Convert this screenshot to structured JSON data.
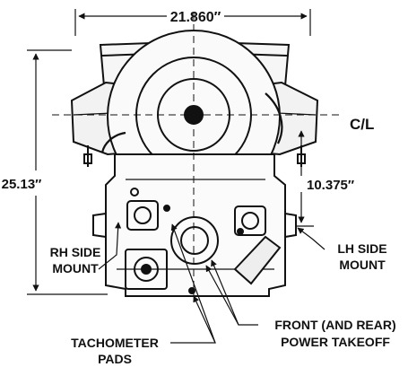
{
  "dimensions": {
    "overall_width": "21.860″",
    "overall_height": "25.13″",
    "centerline_to_mount": "10.375″"
  },
  "labels": {
    "centerline": "C/L",
    "rh_side_mount_line1": "RH SIDE",
    "rh_side_mount_line2": "MOUNT",
    "lh_side_mount_line1": "LH SIDE",
    "lh_side_mount_line2": "MOUNT",
    "front_rear_pto_line1": "FRONT (AND REAR)",
    "front_rear_pto_line2": "POWER TAKEOFF",
    "tachometer_pads_line1": "TACHOMETER",
    "tachometer_pads_line2": "PADS"
  },
  "colors": {
    "ink": "#111111",
    "paper": "#ffffff"
  }
}
